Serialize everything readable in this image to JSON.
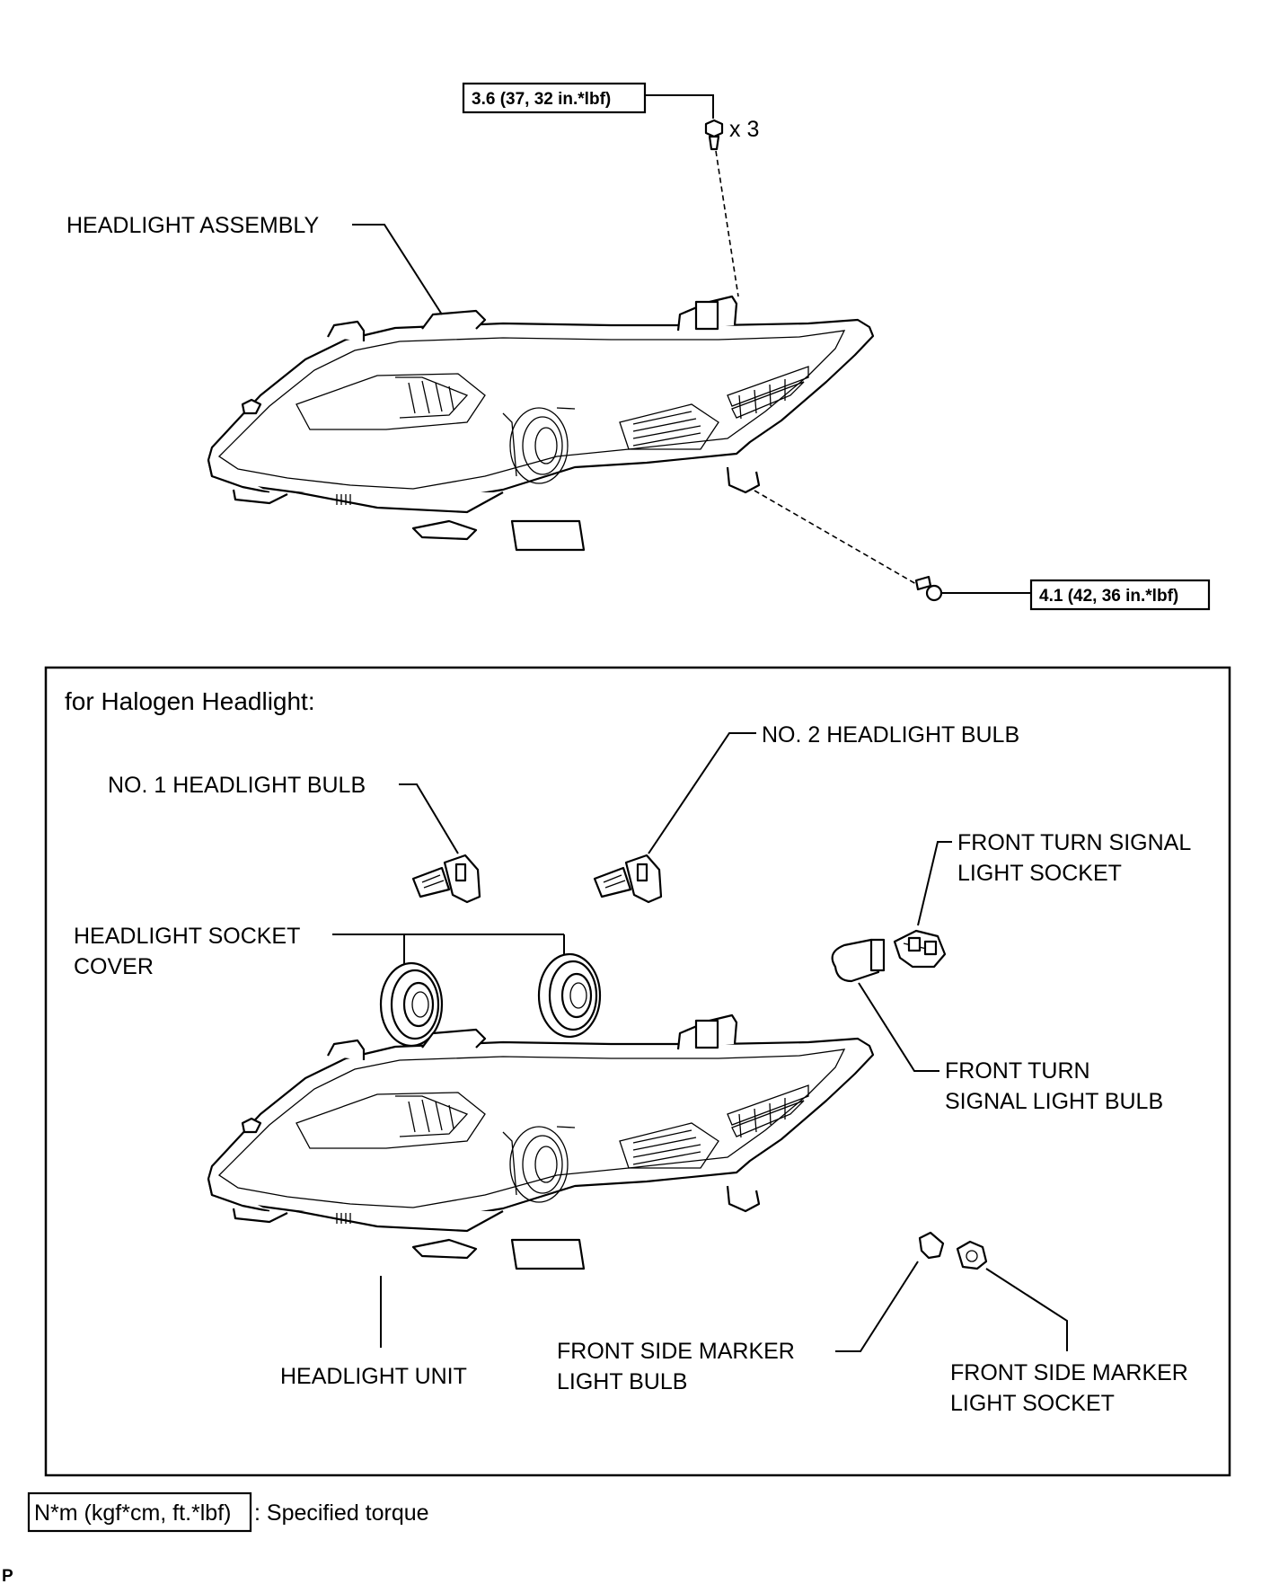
{
  "callouts": {
    "headlight_assembly": "HEADLIGHT ASSEMBLY",
    "halogen_title": "for Halogen Headlight:",
    "no1_bulb": "NO. 1 HEADLIGHT BULB",
    "no2_bulb": "NO. 2 HEADLIGHT BULB",
    "turn_socket_l1": "FRONT TURN SIGNAL",
    "turn_socket_l2": "LIGHT SOCKET",
    "socket_cover_l1": "HEADLIGHT SOCKET",
    "socket_cover_l2": "COVER",
    "turn_bulb_l1": "FRONT TURN",
    "turn_bulb_l2": "SIGNAL LIGHT BULB",
    "headlight_unit": "HEADLIGHT UNIT",
    "marker_bulb_l1": "FRONT SIDE MARKER",
    "marker_bulb_l2": "LIGHT BULB",
    "marker_socket_l1": "FRONT SIDE MARKER",
    "marker_socket_l2": "LIGHT SOCKET"
  },
  "torque": {
    "top_bolts": "3.6 (37, 32 in.*lbf)",
    "top_bolt_qty": "x 3",
    "lower_bolt": "4.1 (42, 36 in.*lbf)"
  },
  "legend": {
    "unit_box": "N*m (kgf*cm, ft.*lbf)",
    "description": ": Specified torque"
  },
  "corner_mark": "P"
}
